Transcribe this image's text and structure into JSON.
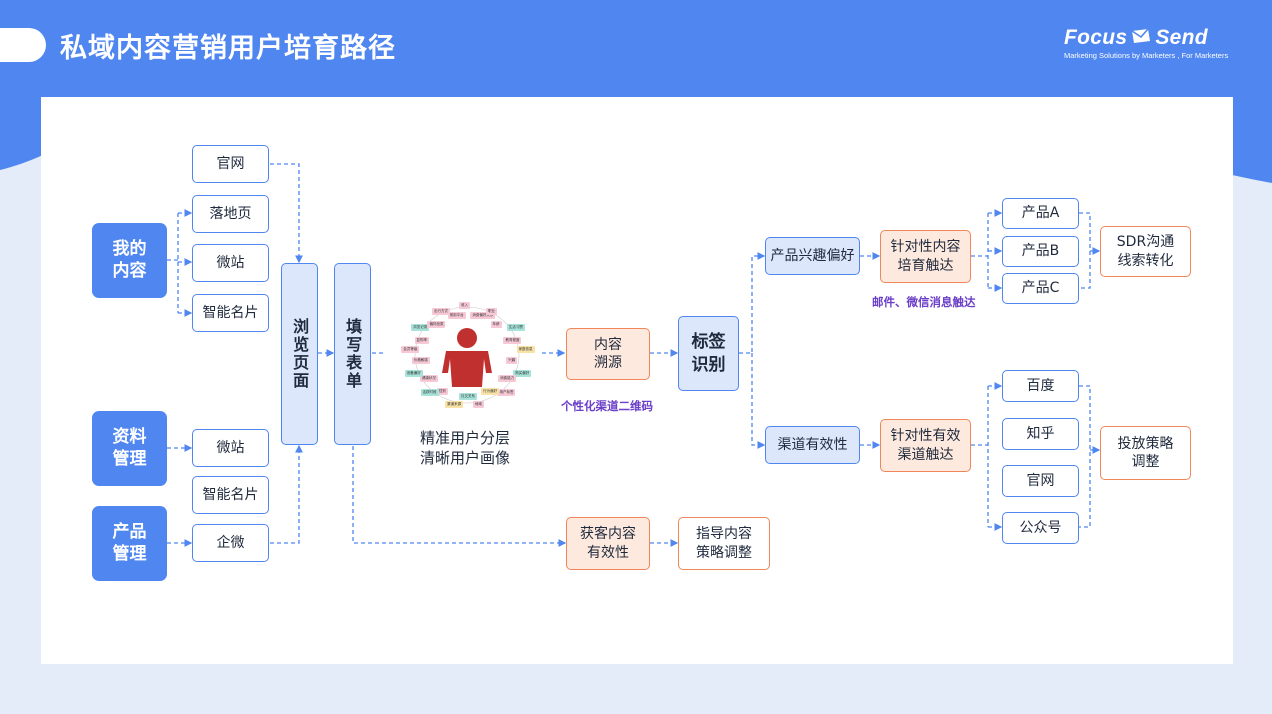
{
  "header": {
    "title": "私域内容营销用户培育路径",
    "logo_main_left": "Focus",
    "logo_main_right": "Send",
    "logo_sub": "Marketing Solutions by Marketers , For Marketers"
  },
  "colors": {
    "primary": "#4f86f0",
    "accent_orange": "#f0875a",
    "note_purple": "#6b3fc9",
    "header_bg": "#4f86f0"
  },
  "sources": {
    "my_content": "我的\n内容",
    "materials": "资料\n管理",
    "products": "产品\n管理"
  },
  "channels": {
    "site": "官网",
    "landing": "落地页",
    "microsite": "微站",
    "card": "智能名片",
    "microsite2": "微站",
    "card2": "智能名片",
    "wecom": "企微"
  },
  "steps": {
    "browse": "浏览页面",
    "form": "填写表单",
    "trace": "内容\n溯源",
    "tag": "标签\n识别",
    "interest": "产品兴趣偏好",
    "channel_eff": "渠道有效性",
    "nurture": "针对性内容\n培育触达",
    "channel_reach": "针对性有效\n渠道触达",
    "acq_eff": "获客内容\n有效性",
    "guide": "指导内容\n策略调整"
  },
  "products_out": {
    "a": "产品A",
    "b": "产品B",
    "c": "产品C",
    "sdr": "SDR沟通\n线索转化"
  },
  "media": {
    "baidu": "百度",
    "zhihu": "知乎",
    "site": "官网",
    "mp": "公众号",
    "adjust": "投放策略\n调整"
  },
  "notes": {
    "email": "邮件、微信消息触达",
    "qrcode": "个性化渠道二维码"
  },
  "persona": {
    "caption": "精准用户分层\n清晰用户画像",
    "tags": [
      {
        "t": "收入",
        "c": "#f7c9d6"
      },
      {
        "t": "消费偏好关系",
        "c": "#f7c9d6"
      },
      {
        "t": "职业",
        "c": "#f7c9d6"
      },
      {
        "t": "年龄",
        "c": "#f7c9d6"
      },
      {
        "t": "生活习惯",
        "c": "#a7e3d9"
      },
      {
        "t": "教育程度",
        "c": "#f7c9d6"
      },
      {
        "t": "家庭信息",
        "c": "#f9e2a6"
      },
      {
        "t": "兴趣",
        "c": "#f7c9d6"
      },
      {
        "t": "购买偏好",
        "c": "#a7e3d9"
      },
      {
        "t": "消费能力",
        "c": "#f7c9d6"
      },
      {
        "t": "用户标签",
        "c": "#f7c9d6"
      },
      {
        "t": "行为偏好",
        "c": "#f9e2a6"
      },
      {
        "t": "地域",
        "c": "#f7c9d6"
      },
      {
        "t": "社交关系",
        "c": "#a7e3d9"
      },
      {
        "t": "渠道来源",
        "c": "#f9e2a6"
      },
      {
        "t": "性别",
        "c": "#f7c9d6"
      },
      {
        "t": "活跃时段",
        "c": "#a7e3d9"
      },
      {
        "t": "健康状况",
        "c": "#f7c9d6"
      },
      {
        "t": "设备偏好",
        "c": "#a7e3d9"
      },
      {
        "t": "价格敏感",
        "c": "#f7c9d6"
      },
      {
        "t": "会员等级",
        "c": "#f7c9d6"
      },
      {
        "t": "复购率",
        "c": "#f7c9d6"
      },
      {
        "t": "浏览记录",
        "c": "#a7e3d9"
      },
      {
        "t": "偏好品类",
        "c": "#f7c9d6"
      },
      {
        "t": "出行方式",
        "c": "#f7c9d6"
      },
      {
        "t": "常用平台",
        "c": "#f7c9d6"
      }
    ]
  }
}
